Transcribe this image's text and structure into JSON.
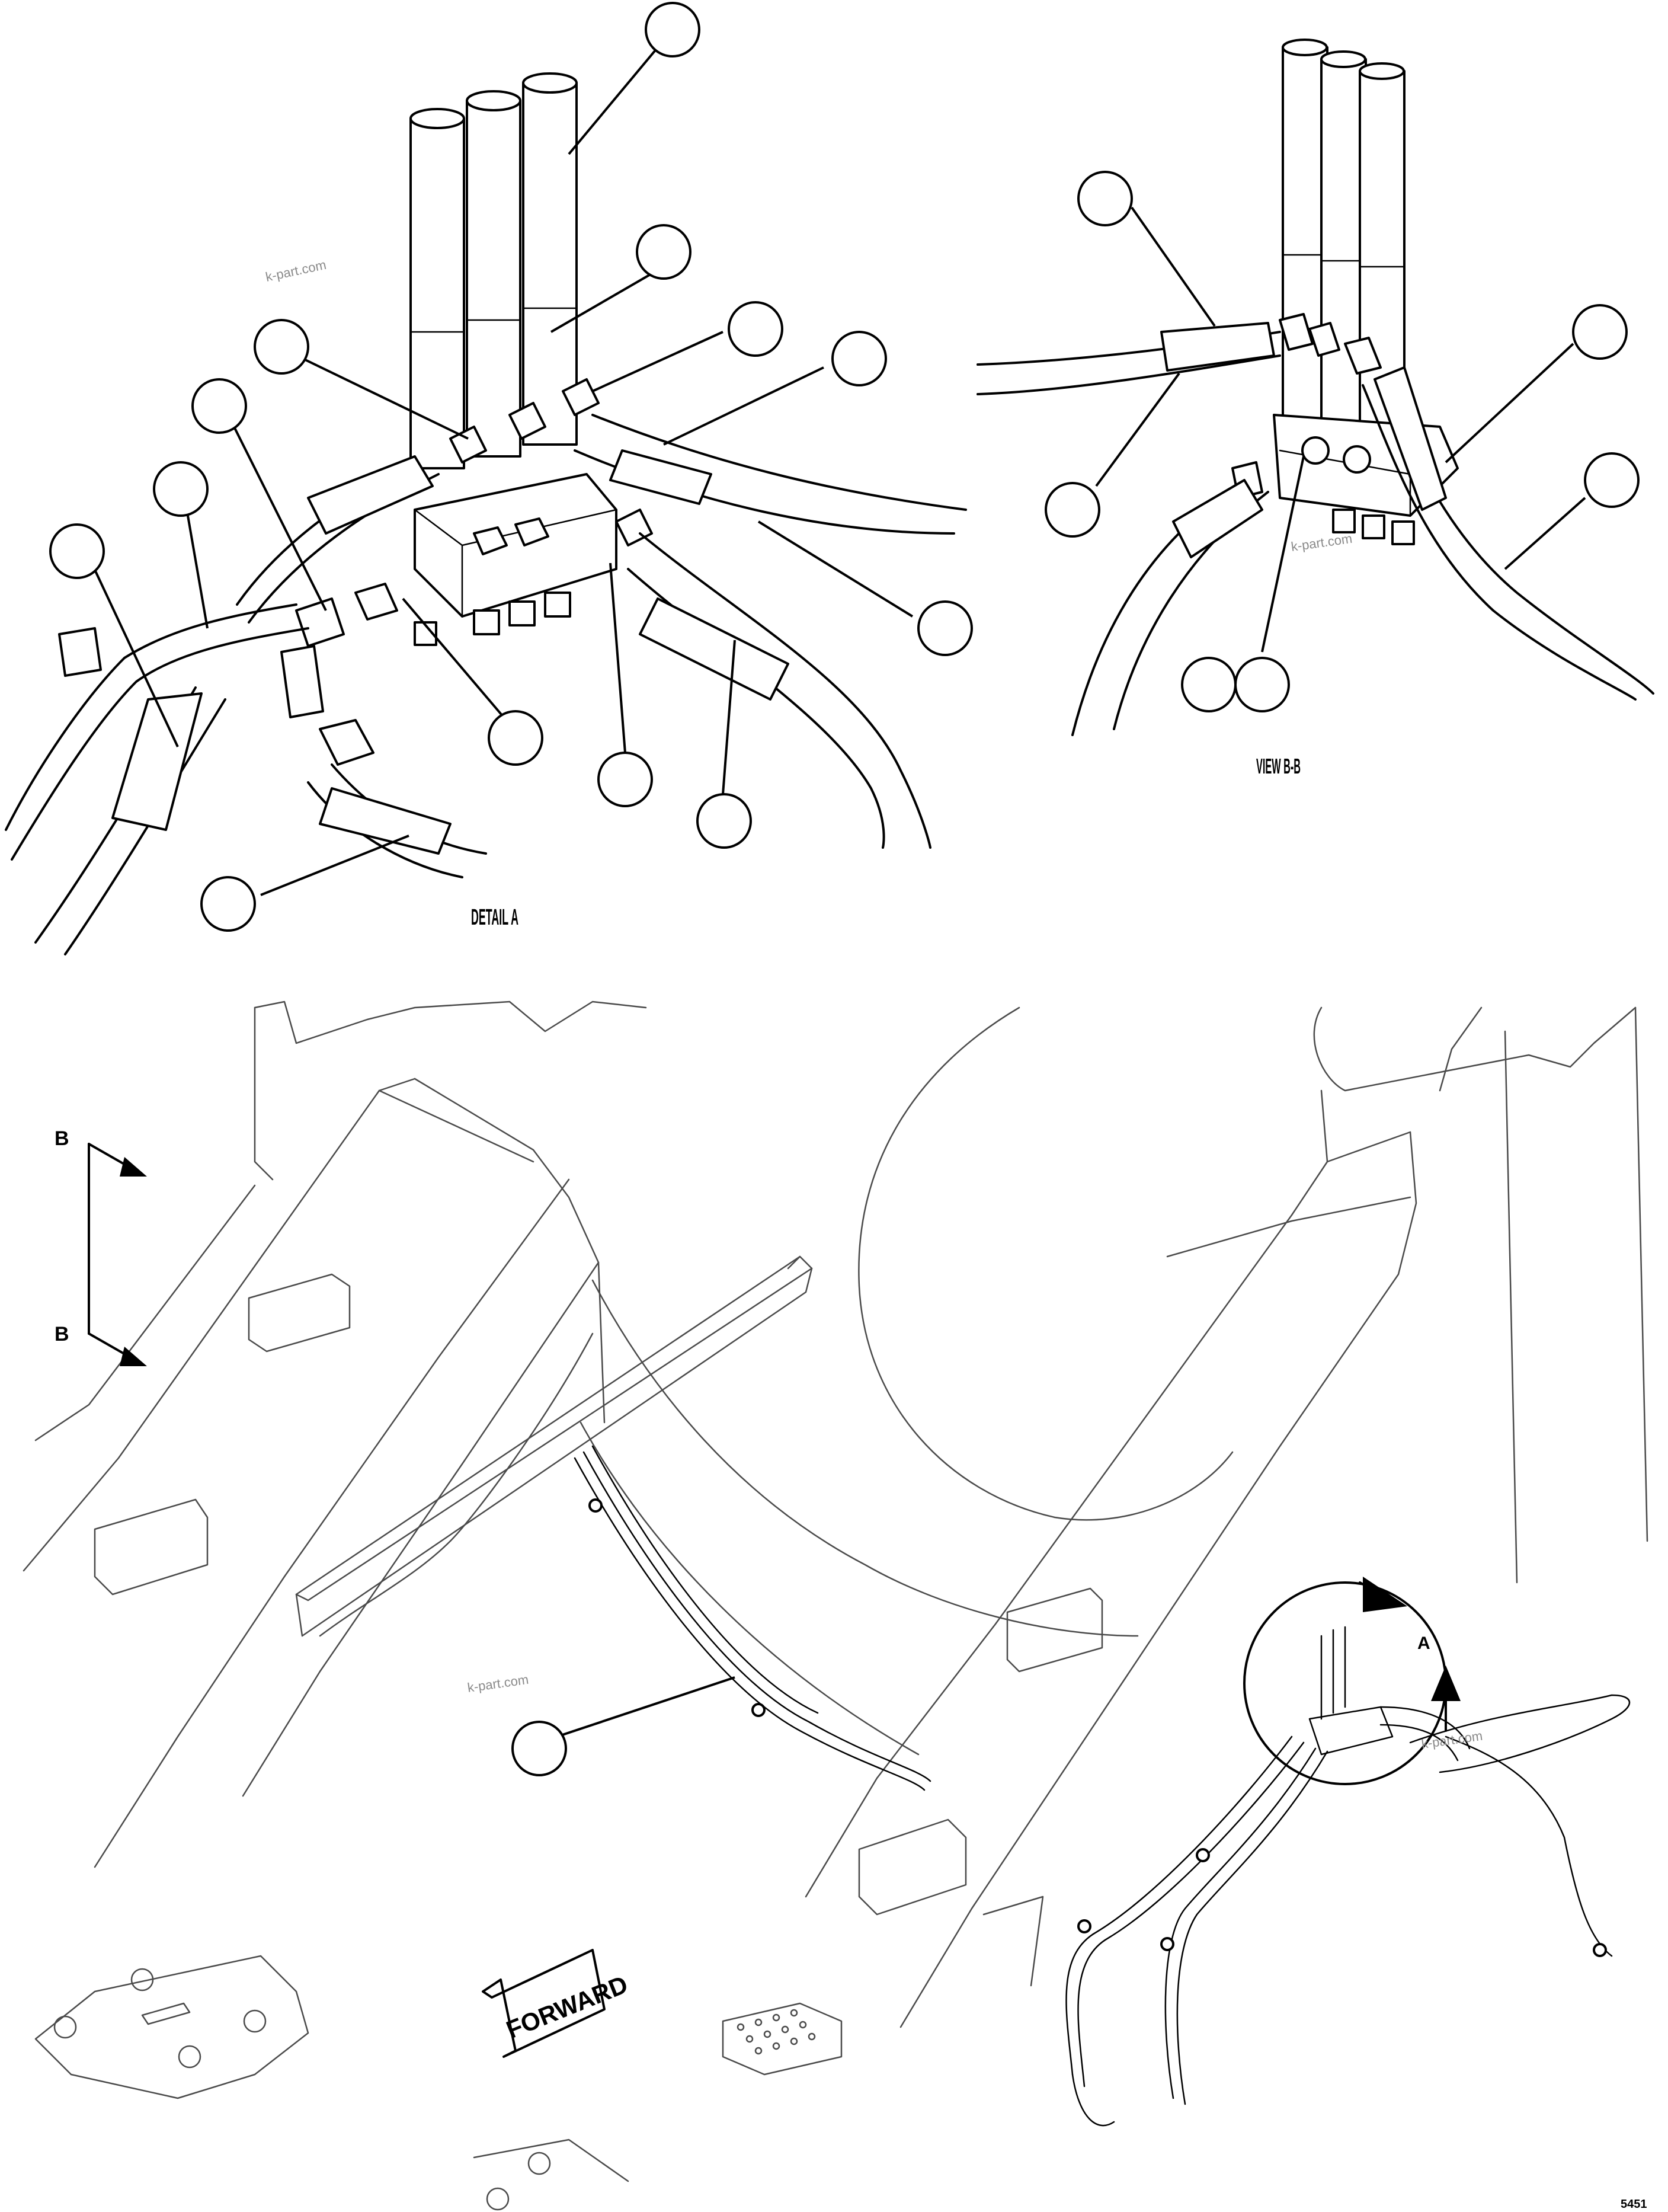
{
  "labels": {
    "detail_a": "DETAIL A",
    "view_bb": "VIEW B-B",
    "section_b_top": "B",
    "section_b_bottom": "B",
    "detail_marker_a": "A",
    "forward": "FORWARD",
    "drawing_number": "5451"
  },
  "watermarks": [
    "k-part.com",
    "k-part.com",
    "k-part.com",
    "k-part.com"
  ],
  "icons": {
    "forward_arrow": "forward-arrow-icon",
    "section_arrow": "section-arrow-icon",
    "callout": "callout-circle-icon"
  },
  "colors": {
    "ink": "#000000",
    "paper": "#ffffff",
    "watermark": "#8a8a8a"
  }
}
